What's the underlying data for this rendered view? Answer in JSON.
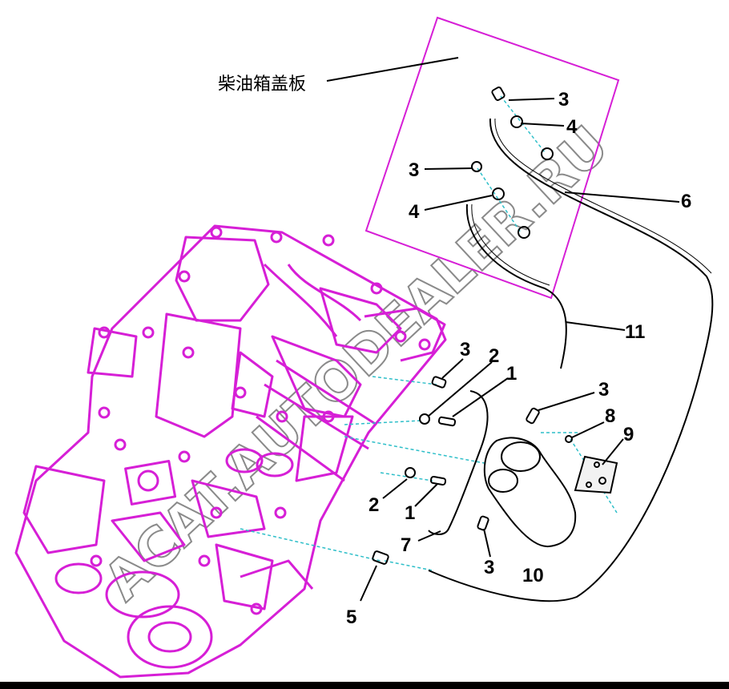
{
  "diagram": {
    "cover_plate_label": "柴油箱盖板",
    "watermark_text": "ACAT.AUTODEALER.RU",
    "colors": {
      "engine": "#d61fd6",
      "leader": "#2fbfc9",
      "line": "#000000",
      "background": "#ffffff"
    },
    "callouts": {
      "c3_top": "3",
      "c4_top": "4",
      "c3_mid": "3",
      "c4_mid": "4",
      "c6": "6",
      "c11": "11",
      "c3_lower_left": "3",
      "c2_upper": "2",
      "c1_upper": "1",
      "c3_right": "3",
      "c8": "8",
      "c9": "9",
      "c2_lower": "2",
      "c1_lower": "1",
      "c7": "7",
      "c3_bottom": "3",
      "c10": "10",
      "c5": "5"
    }
  }
}
